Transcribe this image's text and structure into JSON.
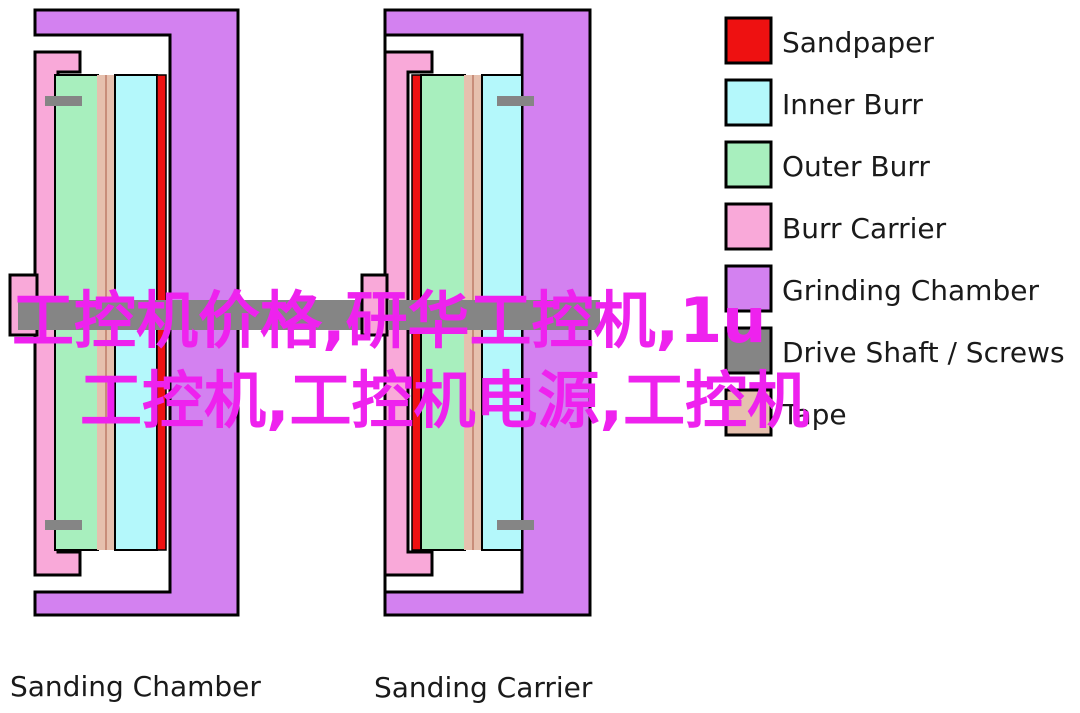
{
  "colors": {
    "sandpaper": "#ee1111",
    "inner_burr": "#b4f8fb",
    "outer_burr": "#a8efbe",
    "burr_carrier": "#f9a9d9",
    "grinding_chamber": "#d381f0",
    "drive_shaft": "#858585",
    "tape": "#e6c0ae",
    "outline": "#000000",
    "watermark": "#ee22ee"
  },
  "legend": [
    {
      "label": "Sandpaper",
      "color": "#ee1111"
    },
    {
      "label": "Inner Burr",
      "color": "#b4f8fb"
    },
    {
      "label": "Outer Burr",
      "color": "#a8efbe"
    },
    {
      "label": "Burr Carrier",
      "color": "#f9a9d9"
    },
    {
      "label": "Grinding Chamber",
      "color": "#d381f0"
    },
    {
      "label": "Drive Shaft / Screws",
      "color": "#858585"
    },
    {
      "label": "Tape",
      "color": "#e6c0ae"
    }
  ],
  "captions": {
    "left": "Sanding Chamber",
    "right": "Sanding Carrier"
  },
  "watermark": {
    "line1": "工控机价格,研华工控机,1u",
    "line2": "工控机,工控机电源,工控机"
  }
}
